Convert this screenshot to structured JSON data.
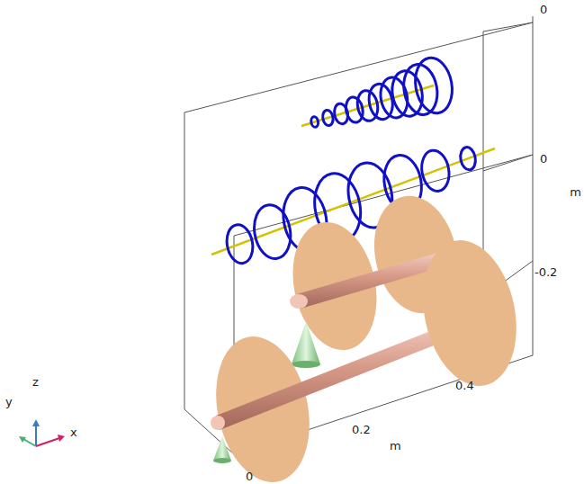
{
  "diagram": {
    "labels": [
      "0",
      "0",
      "m",
      "-0.2",
      "0.4",
      "0.2",
      "m",
      "0",
      "y",
      "z",
      "x"
    ]
  }
}
